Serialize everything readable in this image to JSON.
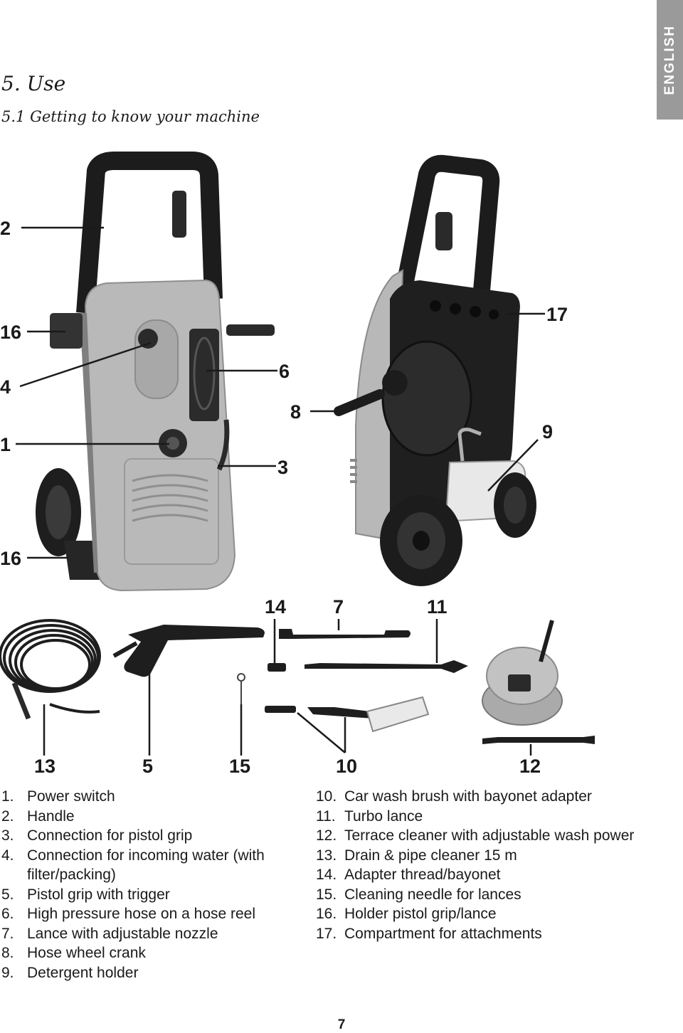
{
  "language_tab": "ENGLISH",
  "section_title": "5. Use",
  "subsection_title": "5.1 Getting to know your machine",
  "callouts": {
    "c1": "1",
    "c2": "2",
    "c3": "3",
    "c4": "4",
    "c5": "5",
    "c6": "6",
    "c7": "7",
    "c8": "8",
    "c9": "9",
    "c10": "10",
    "c11": "11",
    "c12": "12",
    "c13": "13",
    "c14": "14",
    "c15": "15",
    "c16a": "16",
    "c16b": "16",
    "c17": "17"
  },
  "legend_left": [
    {
      "num": "1.",
      "text": "Power switch"
    },
    {
      "num": "2.",
      "text": "Handle"
    },
    {
      "num": "3.",
      "text": "Connection for pistol grip"
    },
    {
      "num": "4.",
      "text": "Connection for incoming water (with filter/packing)"
    },
    {
      "num": "5.",
      "text": "Pistol grip with trigger"
    },
    {
      "num": "6.",
      "text": "High pressure hose on a hose reel"
    },
    {
      "num": "7.",
      "text": "Lance with adjustable nozzle"
    },
    {
      "num": "8.",
      "text": "Hose wheel crank"
    },
    {
      "num": "9.",
      "text": "Detergent holder"
    }
  ],
  "legend_right": [
    {
      "num": "10.",
      "text": "Car wash brush with bayonet adapter"
    },
    {
      "num": "11.",
      "text": "Turbo lance"
    },
    {
      "num": "12.",
      "text": "Terrace cleaner with adjustable wash power"
    },
    {
      "num": "13.",
      "text": "Drain & pipe cleaner 15 m"
    },
    {
      "num": "14.",
      "text": "Adapter thread/bayonet"
    },
    {
      "num": "15.",
      "text": "Cleaning needle for lances"
    },
    {
      "num": "16.",
      "text": "Holder pistol grip/lance"
    },
    {
      "num": "17.",
      "text": "Compartment for attachments"
    }
  ],
  "page_number": "7"
}
